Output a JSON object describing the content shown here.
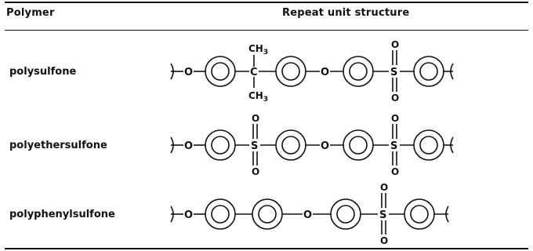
{
  "table": {
    "headers": {
      "polymer": "Polymer",
      "structure": "Repeat unit structure"
    },
    "rows": [
      {
        "name": "polysulfone",
        "atoms": {
          "o": "O",
          "c": "C",
          "ch3": "CH",
          "ch3_sub": "3",
          "s": "S",
          "so2_o": "O"
        }
      },
      {
        "name": "polyethersulfone",
        "atoms": {
          "o": "O",
          "s": "S",
          "so2_o": "O"
        }
      },
      {
        "name": "polyphenylsulfone",
        "atoms": {
          "o": "O",
          "s": "S",
          "so2_o": "O"
        }
      }
    ]
  }
}
